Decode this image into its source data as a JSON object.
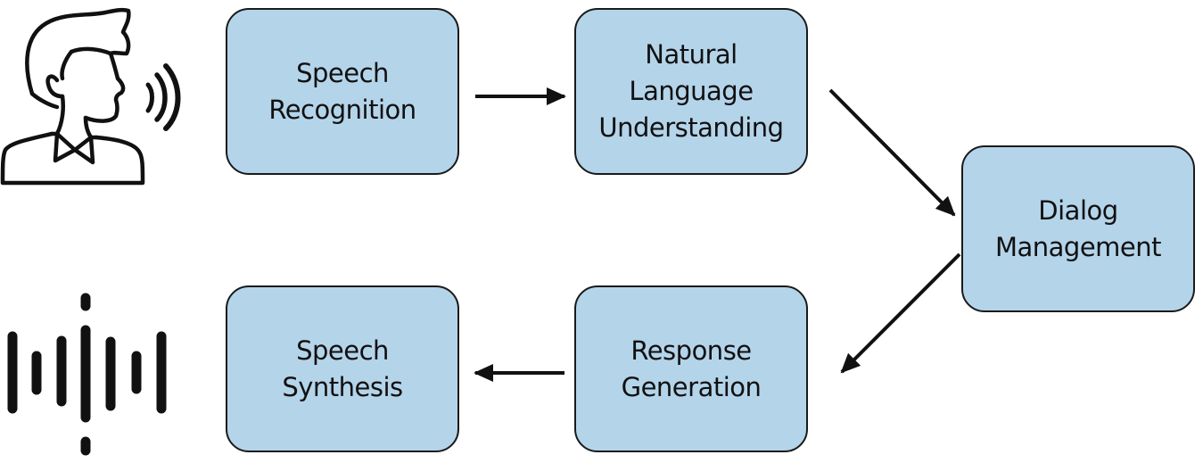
{
  "colors": {
    "node_fill": "#b4d4ea",
    "stroke": "#1a1a1a",
    "background": "#ffffff"
  },
  "icons": {
    "speaker": "speaking-person-icon",
    "waveform": "sound-wave-icon"
  },
  "nodes": [
    {
      "id": "speech-recognition",
      "label": "Speech\nRecognition"
    },
    {
      "id": "nlu",
      "label": "Natural\nLanguage\nUnderstanding"
    },
    {
      "id": "dialog",
      "label": "Dialog\nManagement"
    },
    {
      "id": "response",
      "label": "Response\nGeneration"
    },
    {
      "id": "synthesis",
      "label": "Speech\nSynthesis"
    }
  ],
  "edges": [
    {
      "from": "speech-recognition",
      "to": "nlu"
    },
    {
      "from": "nlu",
      "to": "dialog"
    },
    {
      "from": "dialog",
      "to": "response"
    },
    {
      "from": "response",
      "to": "synthesis"
    }
  ]
}
